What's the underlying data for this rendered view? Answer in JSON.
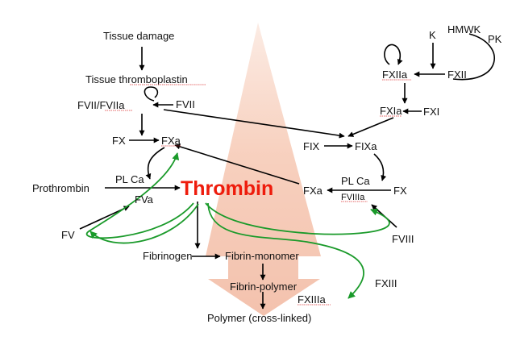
{
  "nodes": {
    "tissue_damage": "Tissue damage",
    "tissue_thromboplastin": "Tissue thromboplastin",
    "fvii_fviia": "FVII/FVIIa",
    "fvii": "FVII",
    "fx_left": "FX",
    "fxa_top": "FXa",
    "prothrombin": "Prothrombin",
    "pl_ca_left": "PL Ca",
    "fva": "FVa",
    "thrombin": "Thrombin",
    "fv": "FV",
    "fibrinogen": "Fibrinogen",
    "fibrin_monomer": "Fibrin-monomer",
    "fibrin_polymer": "Fibrin-polymer",
    "fxiiia": "FXIIIa",
    "polymer": "Polymer (cross-linked)",
    "fxiii": "FXIII",
    "hmwk": "HMWK",
    "k": "K",
    "pk": "PK",
    "fxiia": "FXIIa",
    "fxii": "FXII",
    "fxia": "FXIa",
    "fxi": "FXI",
    "fix": "FIX",
    "fixa": "FIXa",
    "pl_ca_right": "PL Ca",
    "fxa_right": "FXa",
    "fx_right": "FX",
    "fviiia": "FVIIIa",
    "fviii": "FVIII"
  },
  "colors": {
    "thrombin": "#ee1c0c",
    "feedback_arrows": "#1a9a2a",
    "background_arrow": "#f7c9b6",
    "arrows": "#000000"
  }
}
